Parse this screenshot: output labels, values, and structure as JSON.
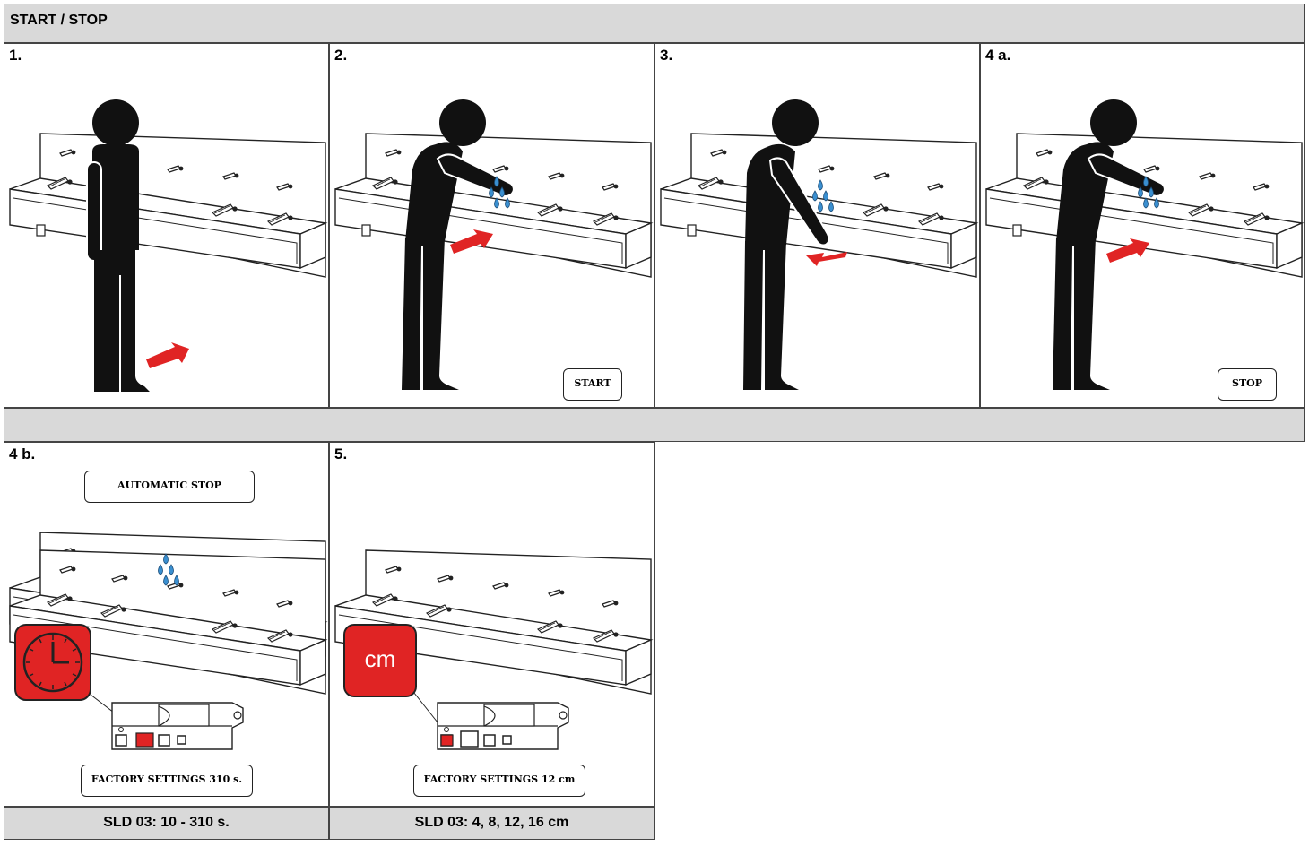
{
  "section_title": "START / STOP",
  "steps": [
    {
      "number": "1."
    },
    {
      "number": "2.",
      "button": "START"
    },
    {
      "number": "3."
    },
    {
      "number": "4 a.",
      "button": "STOP"
    },
    {
      "number": "4 b.",
      "label_top": "AUTOMATIC STOP",
      "label_bottom": "FACTORY SETTINGS 310 s.",
      "footer": "SLD 03: 10 - 310 s."
    },
    {
      "number": "5.",
      "badge": "cm",
      "label_bottom": "FACTORY SETTINGS 12 cm",
      "footer": "SLD 03: 4, 8, 12, 16 cm"
    }
  ],
  "icons": {
    "timer": "clock-icon",
    "distance": "cm-icon",
    "water": "water-drops-icon",
    "arrow": "red-arrow-icon"
  },
  "colors": {
    "accent_red": "#e02424",
    "water_blue": "#3a8fd0",
    "header_gray": "#d9d9d9"
  }
}
